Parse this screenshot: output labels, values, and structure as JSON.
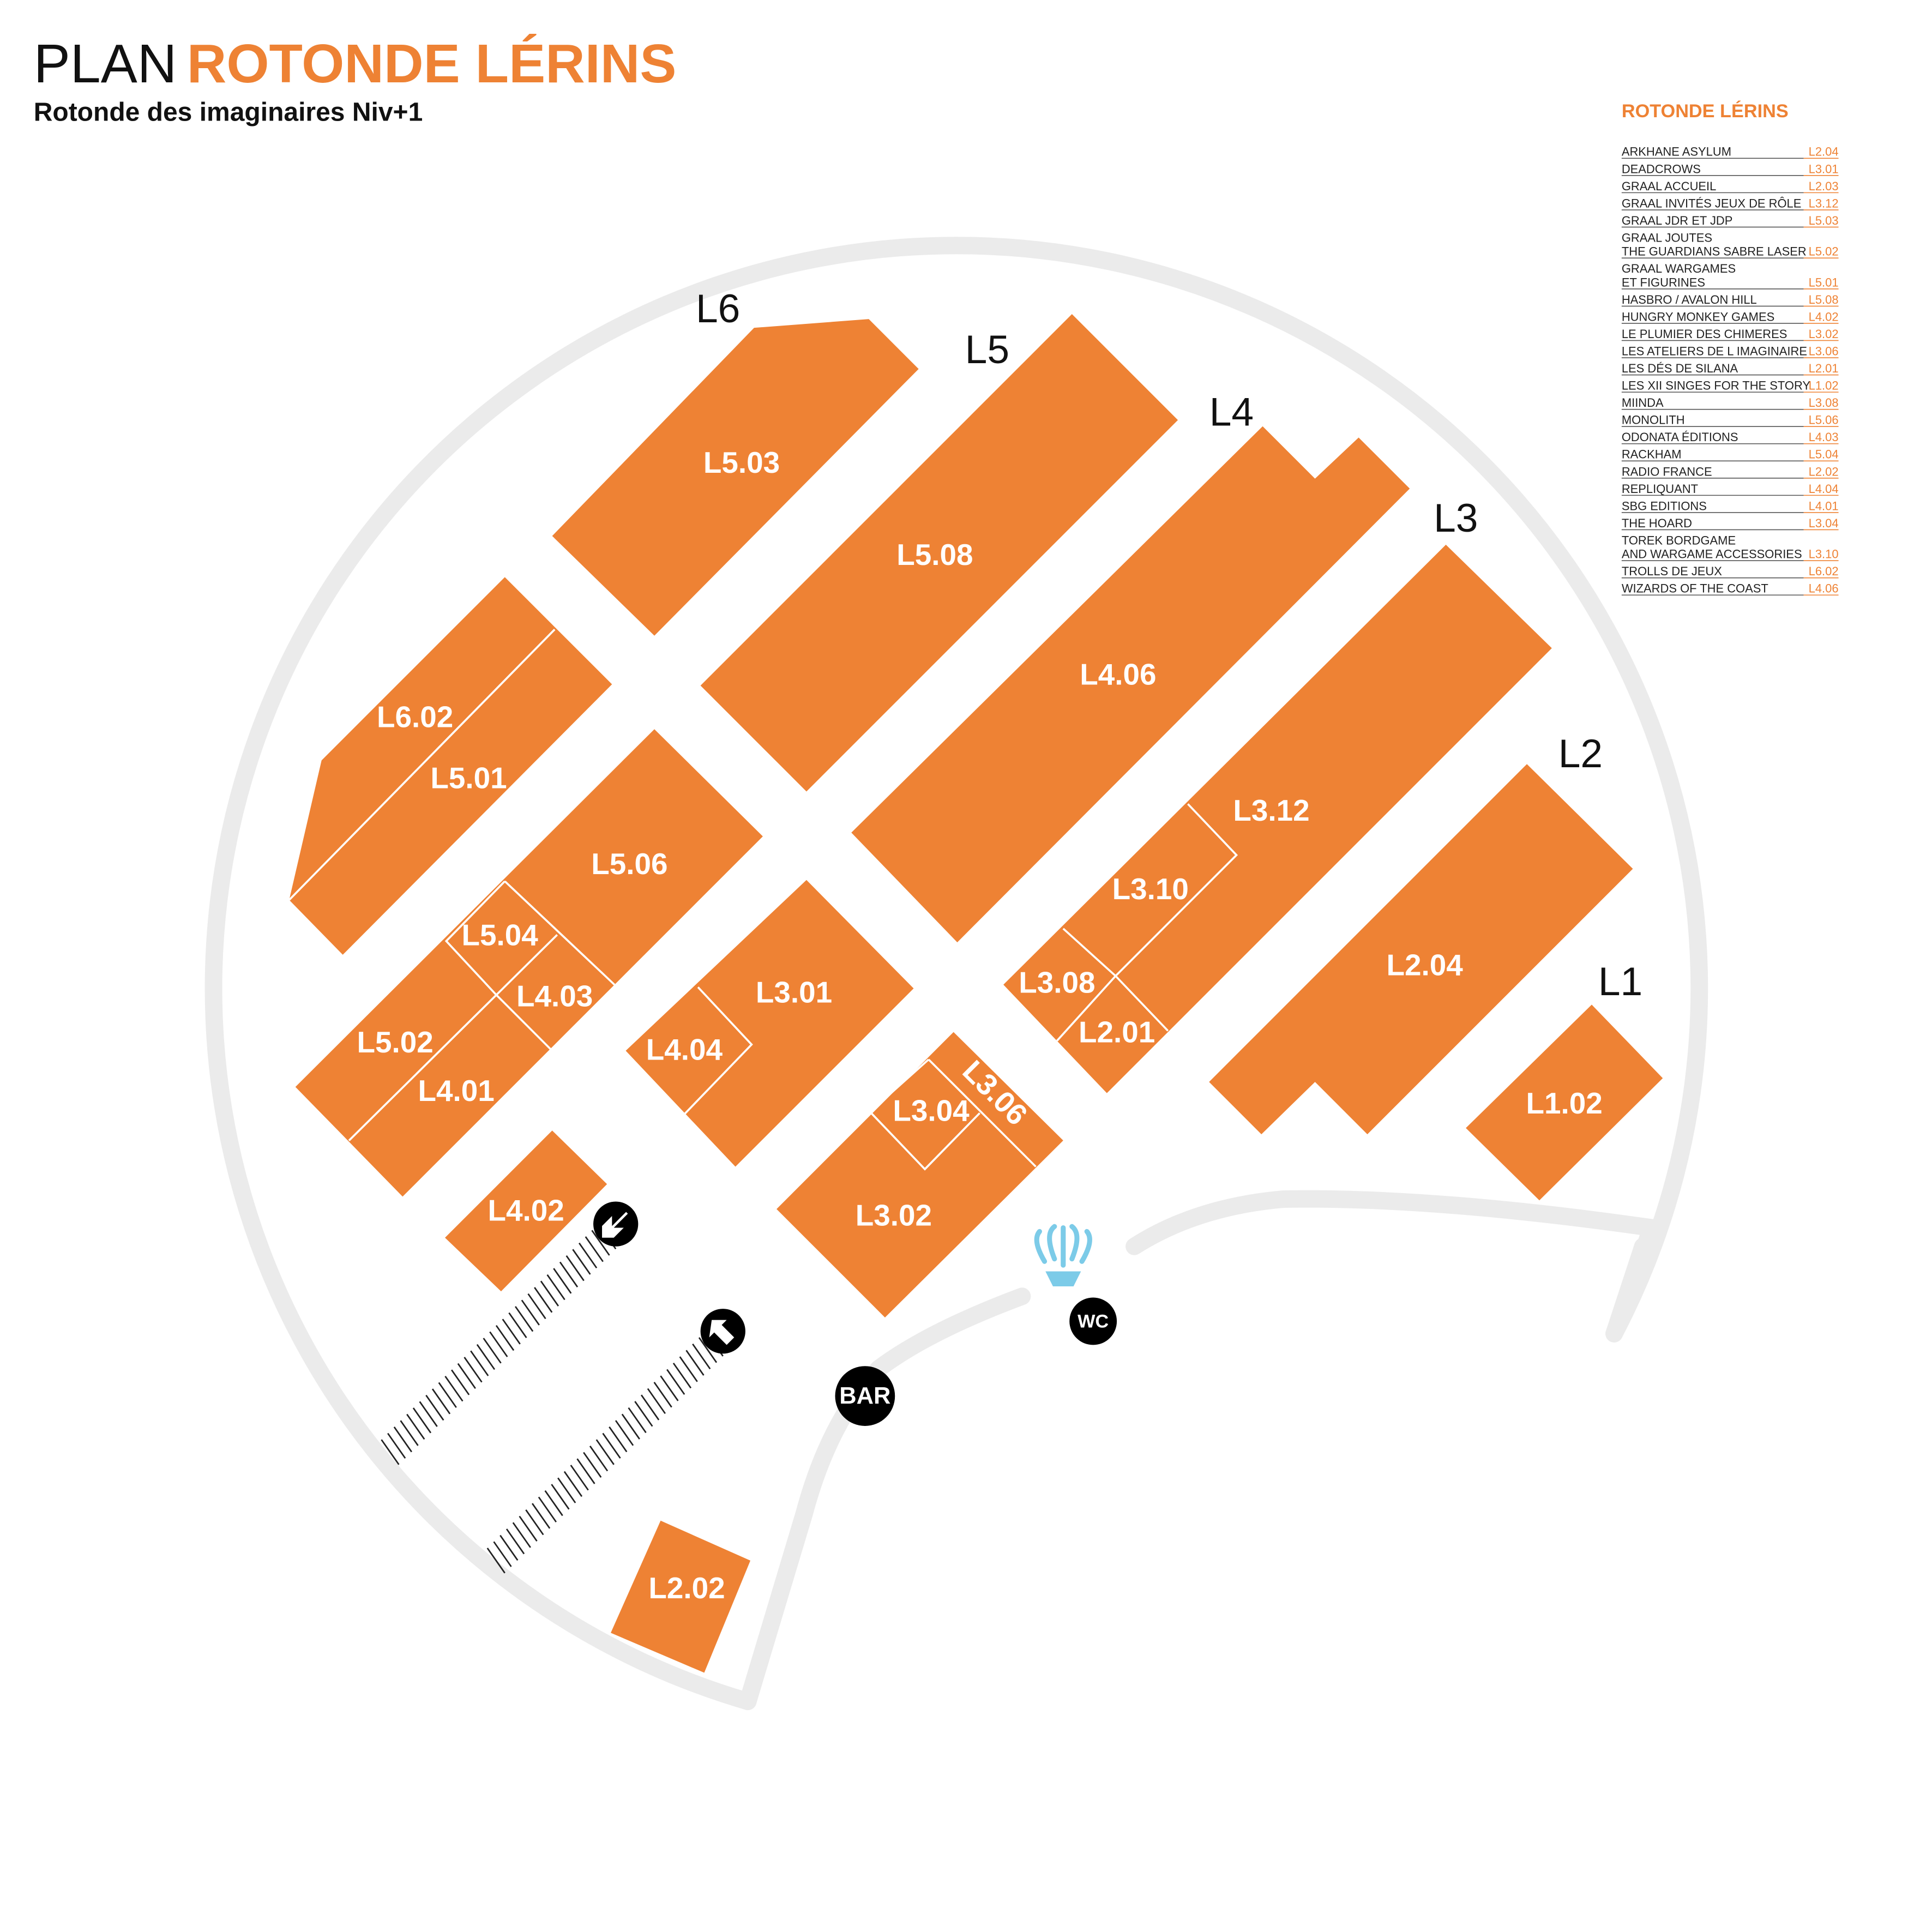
{
  "header": {
    "title_prefix": "PLAN",
    "title_main": "ROTONDE LÉRINS",
    "subtitle": "Rotonde des imaginaires Niv+1"
  },
  "colors": {
    "accent": "#ee8234",
    "track": "#ebebeb",
    "fountain": "#7ccbe8"
  },
  "rows": [
    "L6",
    "L5",
    "L4",
    "L3",
    "L2",
    "L1"
  ],
  "booths": {
    "l503": "L5.03",
    "l508": "L5.08",
    "l406": "L4.06",
    "l312": "L3.12",
    "l310": "L3.10",
    "l308": "L3.08",
    "l201": "L2.01",
    "l204": "L2.04",
    "l102": "L1.02",
    "l602": "L6.02",
    "l501": "L5.01",
    "l506": "L5.06",
    "l504": "L5.04",
    "l403": "L4.03",
    "l502": "L5.02",
    "l401": "L4.01",
    "l301": "L3.01",
    "l404": "L4.04",
    "l304": "L3.04",
    "l306": "L3.06",
    "l302": "L3.02",
    "l402": "L4.02",
    "l202": "L2.02"
  },
  "facilities": {
    "bar": "BAR",
    "wc": "WC"
  },
  "legend": {
    "title": "ROTONDE LÉRINS",
    "entries": [
      {
        "name": [
          "ARKHANE ASYLUM"
        ],
        "code": "L2.04"
      },
      {
        "name": [
          "DEADCROWS"
        ],
        "code": "L3.01"
      },
      {
        "name": [
          "GRAAL ACCUEIL"
        ],
        "code": "L2.03"
      },
      {
        "name": [
          "GRAAL INVITÉS JEUX DE RÔLE"
        ],
        "code": "L3.12"
      },
      {
        "name": [
          "GRAAL JDR ET JDP"
        ],
        "code": "L5.03"
      },
      {
        "name": [
          "GRAAL JOUTES",
          "THE GUARDIANS SABRE LASER"
        ],
        "code": "L5.02"
      },
      {
        "name": [
          "GRAAL WARGAMES",
          "ET FIGURINES"
        ],
        "code": "L5.01"
      },
      {
        "name": [
          "HASBRO / AVALON HILL"
        ],
        "code": "L5.08"
      },
      {
        "name": [
          "HUNGRY MONKEY GAMES"
        ],
        "code": "L4.02"
      },
      {
        "name": [
          "LE PLUMIER DES CHIMERES"
        ],
        "code": "L3.02"
      },
      {
        "name": [
          "LES ATELIERS DE L IMAGINAIRE"
        ],
        "code": "L3.06"
      },
      {
        "name": [
          "LES DÉS DE SILANA"
        ],
        "code": "L2.01"
      },
      {
        "name": [
          "LES XII SINGES FOR THE STORY"
        ],
        "code": "L1.02"
      },
      {
        "name": [
          "MIINDA"
        ],
        "code": "L3.08"
      },
      {
        "name": [
          "MONOLITH"
        ],
        "code": "L5.06"
      },
      {
        "name": [
          "ODONATA ÉDITIONS"
        ],
        "code": "L4.03"
      },
      {
        "name": [
          "RACKHAM"
        ],
        "code": "L5.04"
      },
      {
        "name": [
          "RADIO FRANCE"
        ],
        "code": "L2.02"
      },
      {
        "name": [
          "REPLIQUANT"
        ],
        "code": "L4.04"
      },
      {
        "name": [
          "SBG EDITIONS"
        ],
        "code": "L4.01"
      },
      {
        "name": [
          "THE HOARD"
        ],
        "code": "L3.04"
      },
      {
        "name": [
          "TOREK BORDGAME",
          "AND WARGAME ACCESSORIES"
        ],
        "code": "L3.10"
      },
      {
        "name": [
          "TROLLS DE JEUX"
        ],
        "code": "L6.02"
      },
      {
        "name": [
          "WIZARDS OF THE COAST"
        ],
        "code": "L4.06"
      }
    ]
  }
}
